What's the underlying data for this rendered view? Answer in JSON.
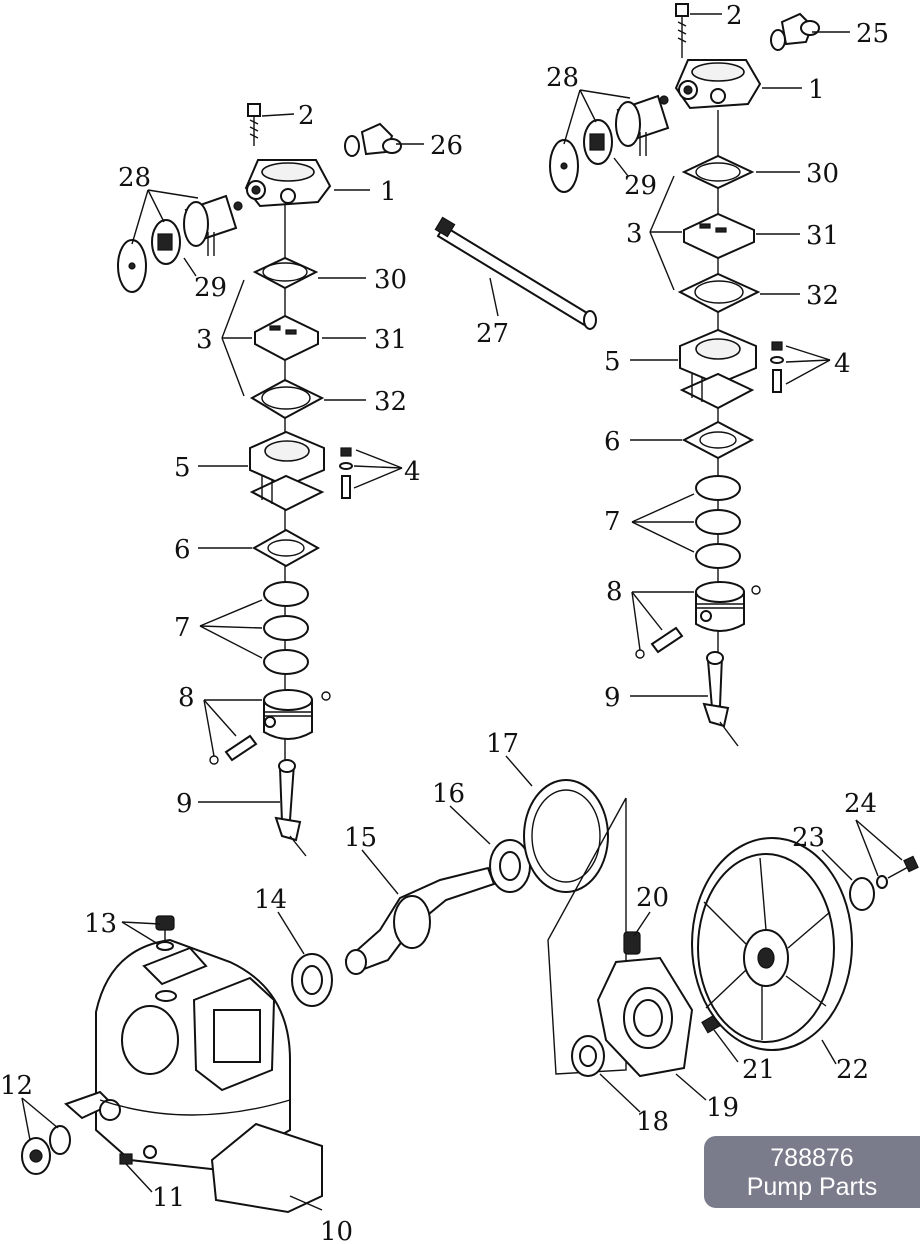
{
  "badge": {
    "code": "788876",
    "title": "Pump Parts"
  },
  "callouts": [
    "1",
    "2",
    "3",
    "4",
    "5",
    "6",
    "7",
    "8",
    "9",
    "10",
    "11",
    "12",
    "13",
    "14",
    "15",
    "16",
    "17",
    "18",
    "19",
    "20",
    "21",
    "22",
    "23",
    "24",
    "25",
    "26",
    "27",
    "28",
    "29",
    "30",
    "31",
    "32"
  ]
}
